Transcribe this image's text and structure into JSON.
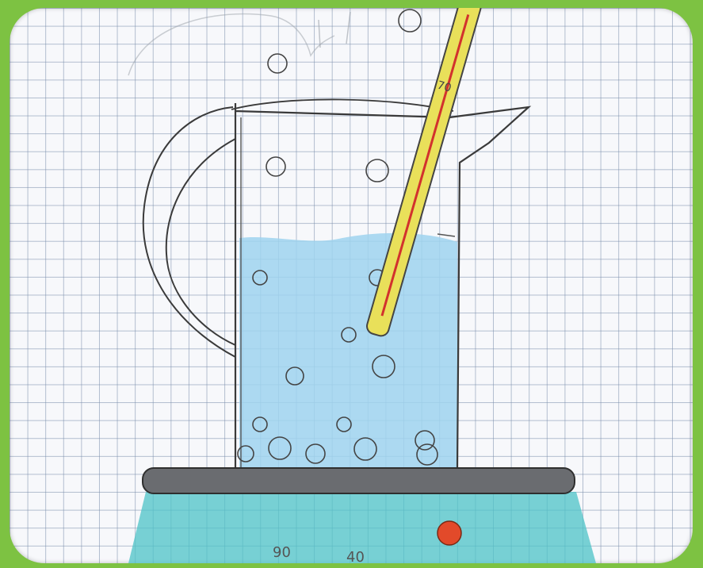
{
  "scene": {
    "frame_color": "#7dc242",
    "paper_color": "#f7f8fb",
    "grid_color": "#8ea0bd",
    "water_color": "#9fd4ef",
    "tray_color": "#4cc3c7",
    "bar_color": "#5f6166",
    "thermometer_color": "#e9e05a",
    "thermometer_line_color": "#d2322d",
    "dot_color": "#e24a2a",
    "thermometer_label": "70",
    "tray_label_left": "90",
    "tray_label_right": "40"
  }
}
